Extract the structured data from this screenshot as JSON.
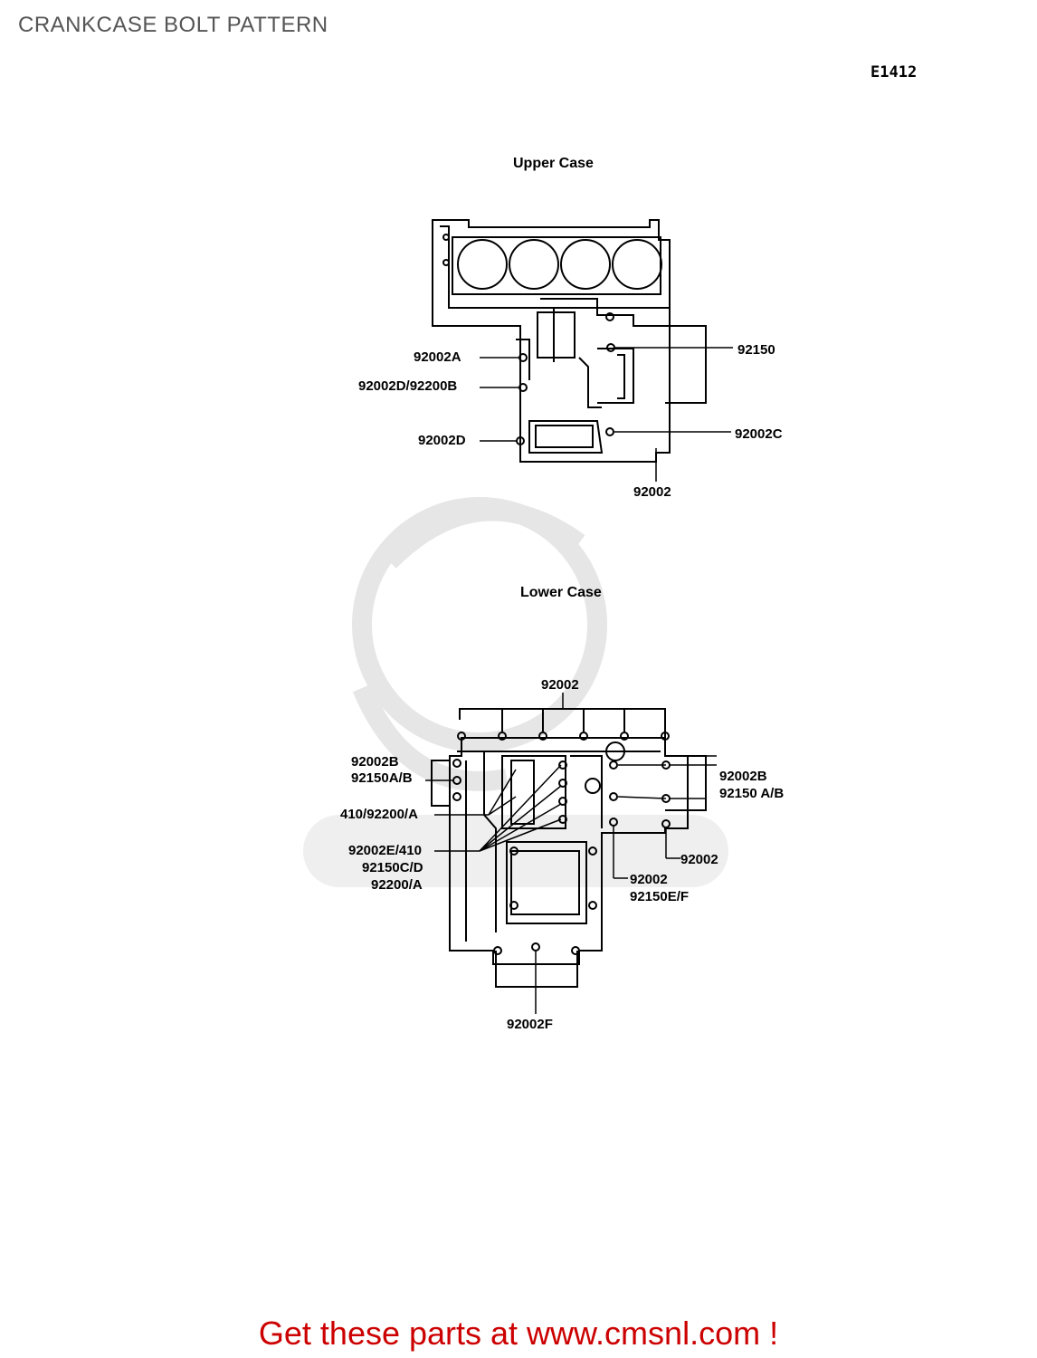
{
  "page_title": "CRANKCASE BOLT PATTERN",
  "figure_id": "E1412",
  "upper_case": {
    "title": "Upper Case",
    "labels": {
      "a": "92002A",
      "db": "92002D/92200B",
      "d": "92002D",
      "p150": "92150",
      "c": "92002C",
      "base": "92002"
    }
  },
  "lower_case": {
    "title": "Lower Case",
    "labels": {
      "top": "92002",
      "b_left": "92002B",
      "ab_left": "92150A/B",
      "p410": "410/92200/A",
      "e410": "92002E/410",
      "cd": "92150C/D",
      "a200": "92200/A",
      "b_right": "92002B",
      "ab_right": "92150 A/B",
      "right_base": "92002",
      "ef_1": "92002",
      "ef_2": "92150E/F",
      "f": "92002F"
    }
  },
  "footer": "Get these parts at www.cmsnl.com !"
}
